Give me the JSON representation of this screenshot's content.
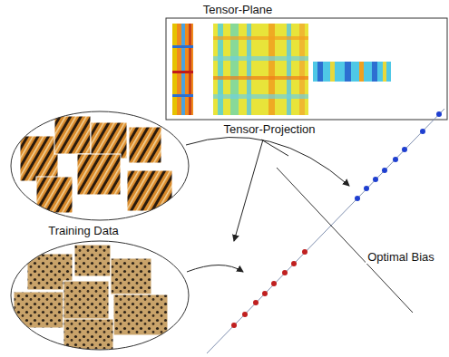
{
  "diagram": {
    "labels": [
      "Tensor-Plane",
      "Tensor-Projection",
      "Training Data",
      "Optimal Bias"
    ]
  }
}
